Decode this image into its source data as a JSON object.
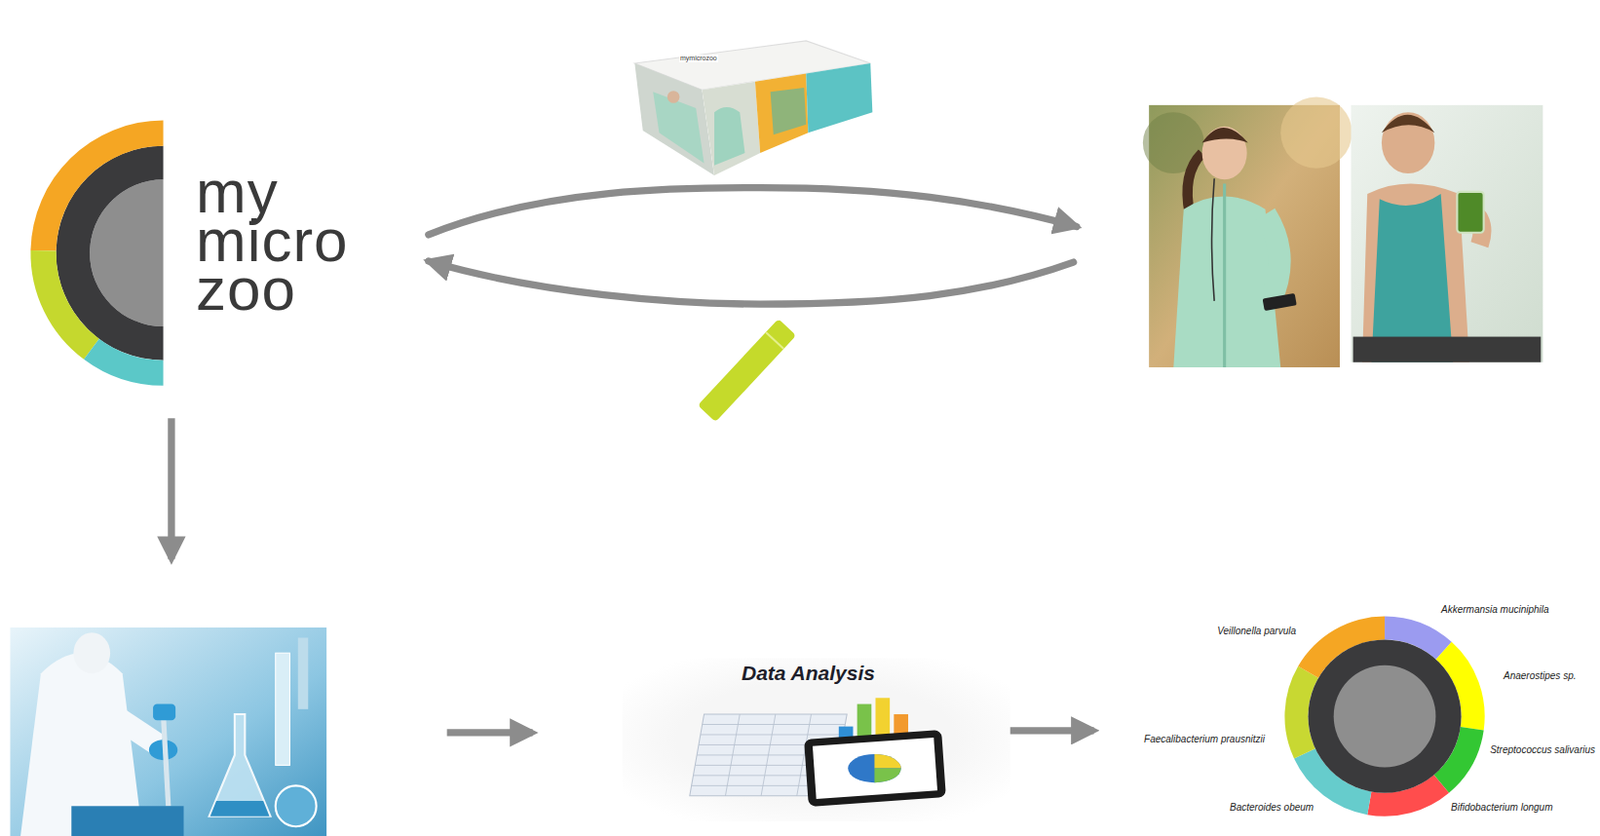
{
  "diagram": {
    "nodes": [
      {
        "text": [
          "my micro zoo"
        ]
      },
      {
        "text": [
          "Data Analysis"
        ]
      }
    ],
    "labels": [
      "mymicrozoo",
      "Akkermansia muciniphila",
      "Veillonella parvula",
      "Anaerostipes sp.",
      "Faecalibacterium prausnitzii",
      "Streptococcus salivarius",
      "Bacteroides obeum",
      "Bifidobacterium longum"
    ]
  }
}
